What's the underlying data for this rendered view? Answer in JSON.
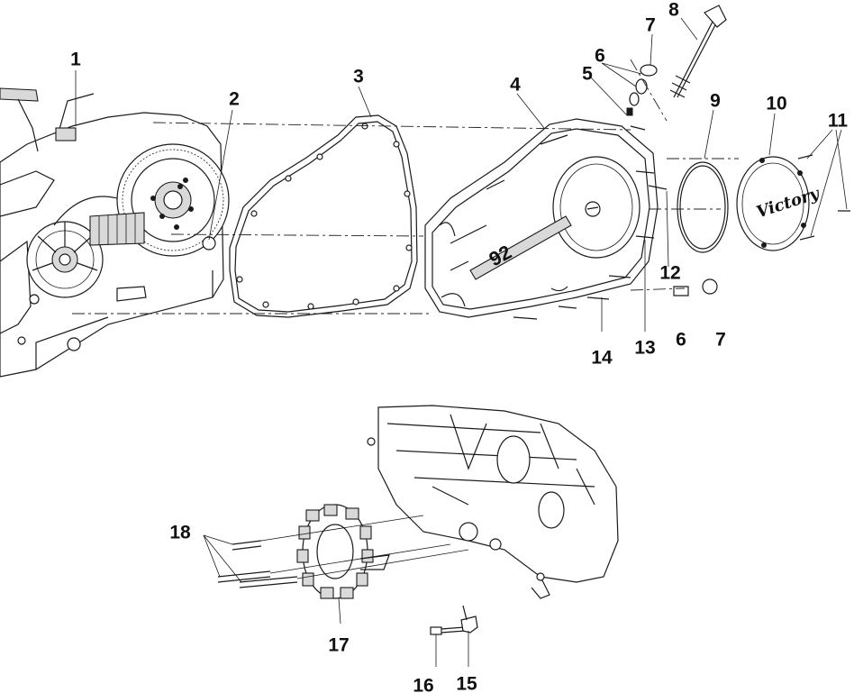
{
  "diagram": {
    "callouts": [
      "1",
      "2",
      "3",
      "4",
      "5",
      "6",
      "7",
      "8",
      "9",
      "10",
      "11",
      "12",
      "13",
      "14",
      "6",
      "7",
      "15",
      "16",
      "17",
      "18"
    ],
    "cover_text": {
      "badge": "Victory",
      "emblem": "92"
    }
  }
}
